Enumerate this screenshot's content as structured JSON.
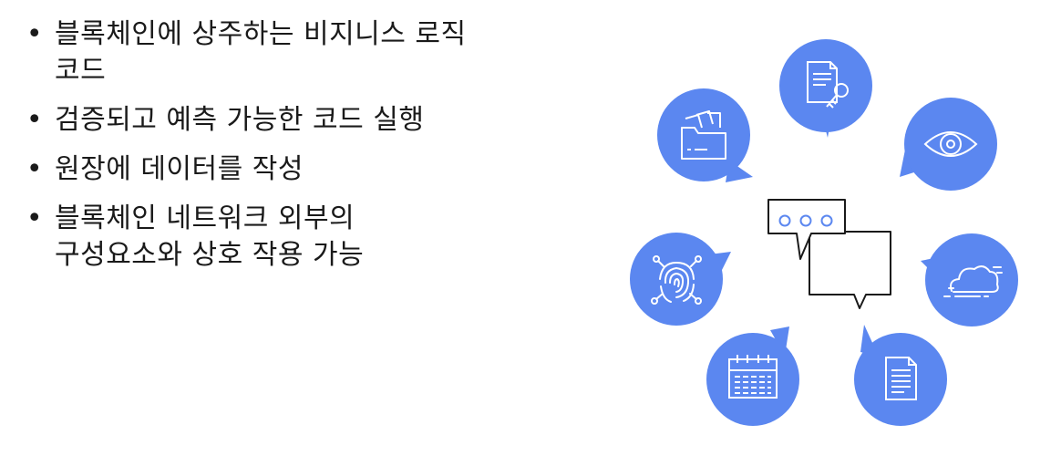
{
  "bullets": [
    {
      "lines": [
        "블록체인에 상주하는 비지니스 로직",
        "코드"
      ]
    },
    {
      "lines": [
        "검증되고 예측 가능한 코드 실행"
      ]
    },
    {
      "lines": [
        "원장에 데이터를 작성"
      ]
    },
    {
      "lines": [
        "블록체인 네트워크 외부의",
        "구성요소와 상호 작용 가능"
      ]
    }
  ],
  "bullet_symbol": "•",
  "colors": {
    "accent": "#5B87F0",
    "icon_stroke": "#ffffff",
    "center_stroke": "#1a1a1a",
    "text": "#1a1a1a"
  },
  "icons": [
    {
      "name": "document-key-icon"
    },
    {
      "name": "eye-icon"
    },
    {
      "name": "cloud-icon"
    },
    {
      "name": "document-icon"
    },
    {
      "name": "calendar-icon"
    },
    {
      "name": "fingerprint-icon"
    },
    {
      "name": "folder-files-icon"
    }
  ],
  "center_icon": {
    "name": "chat-bubbles-icon"
  }
}
